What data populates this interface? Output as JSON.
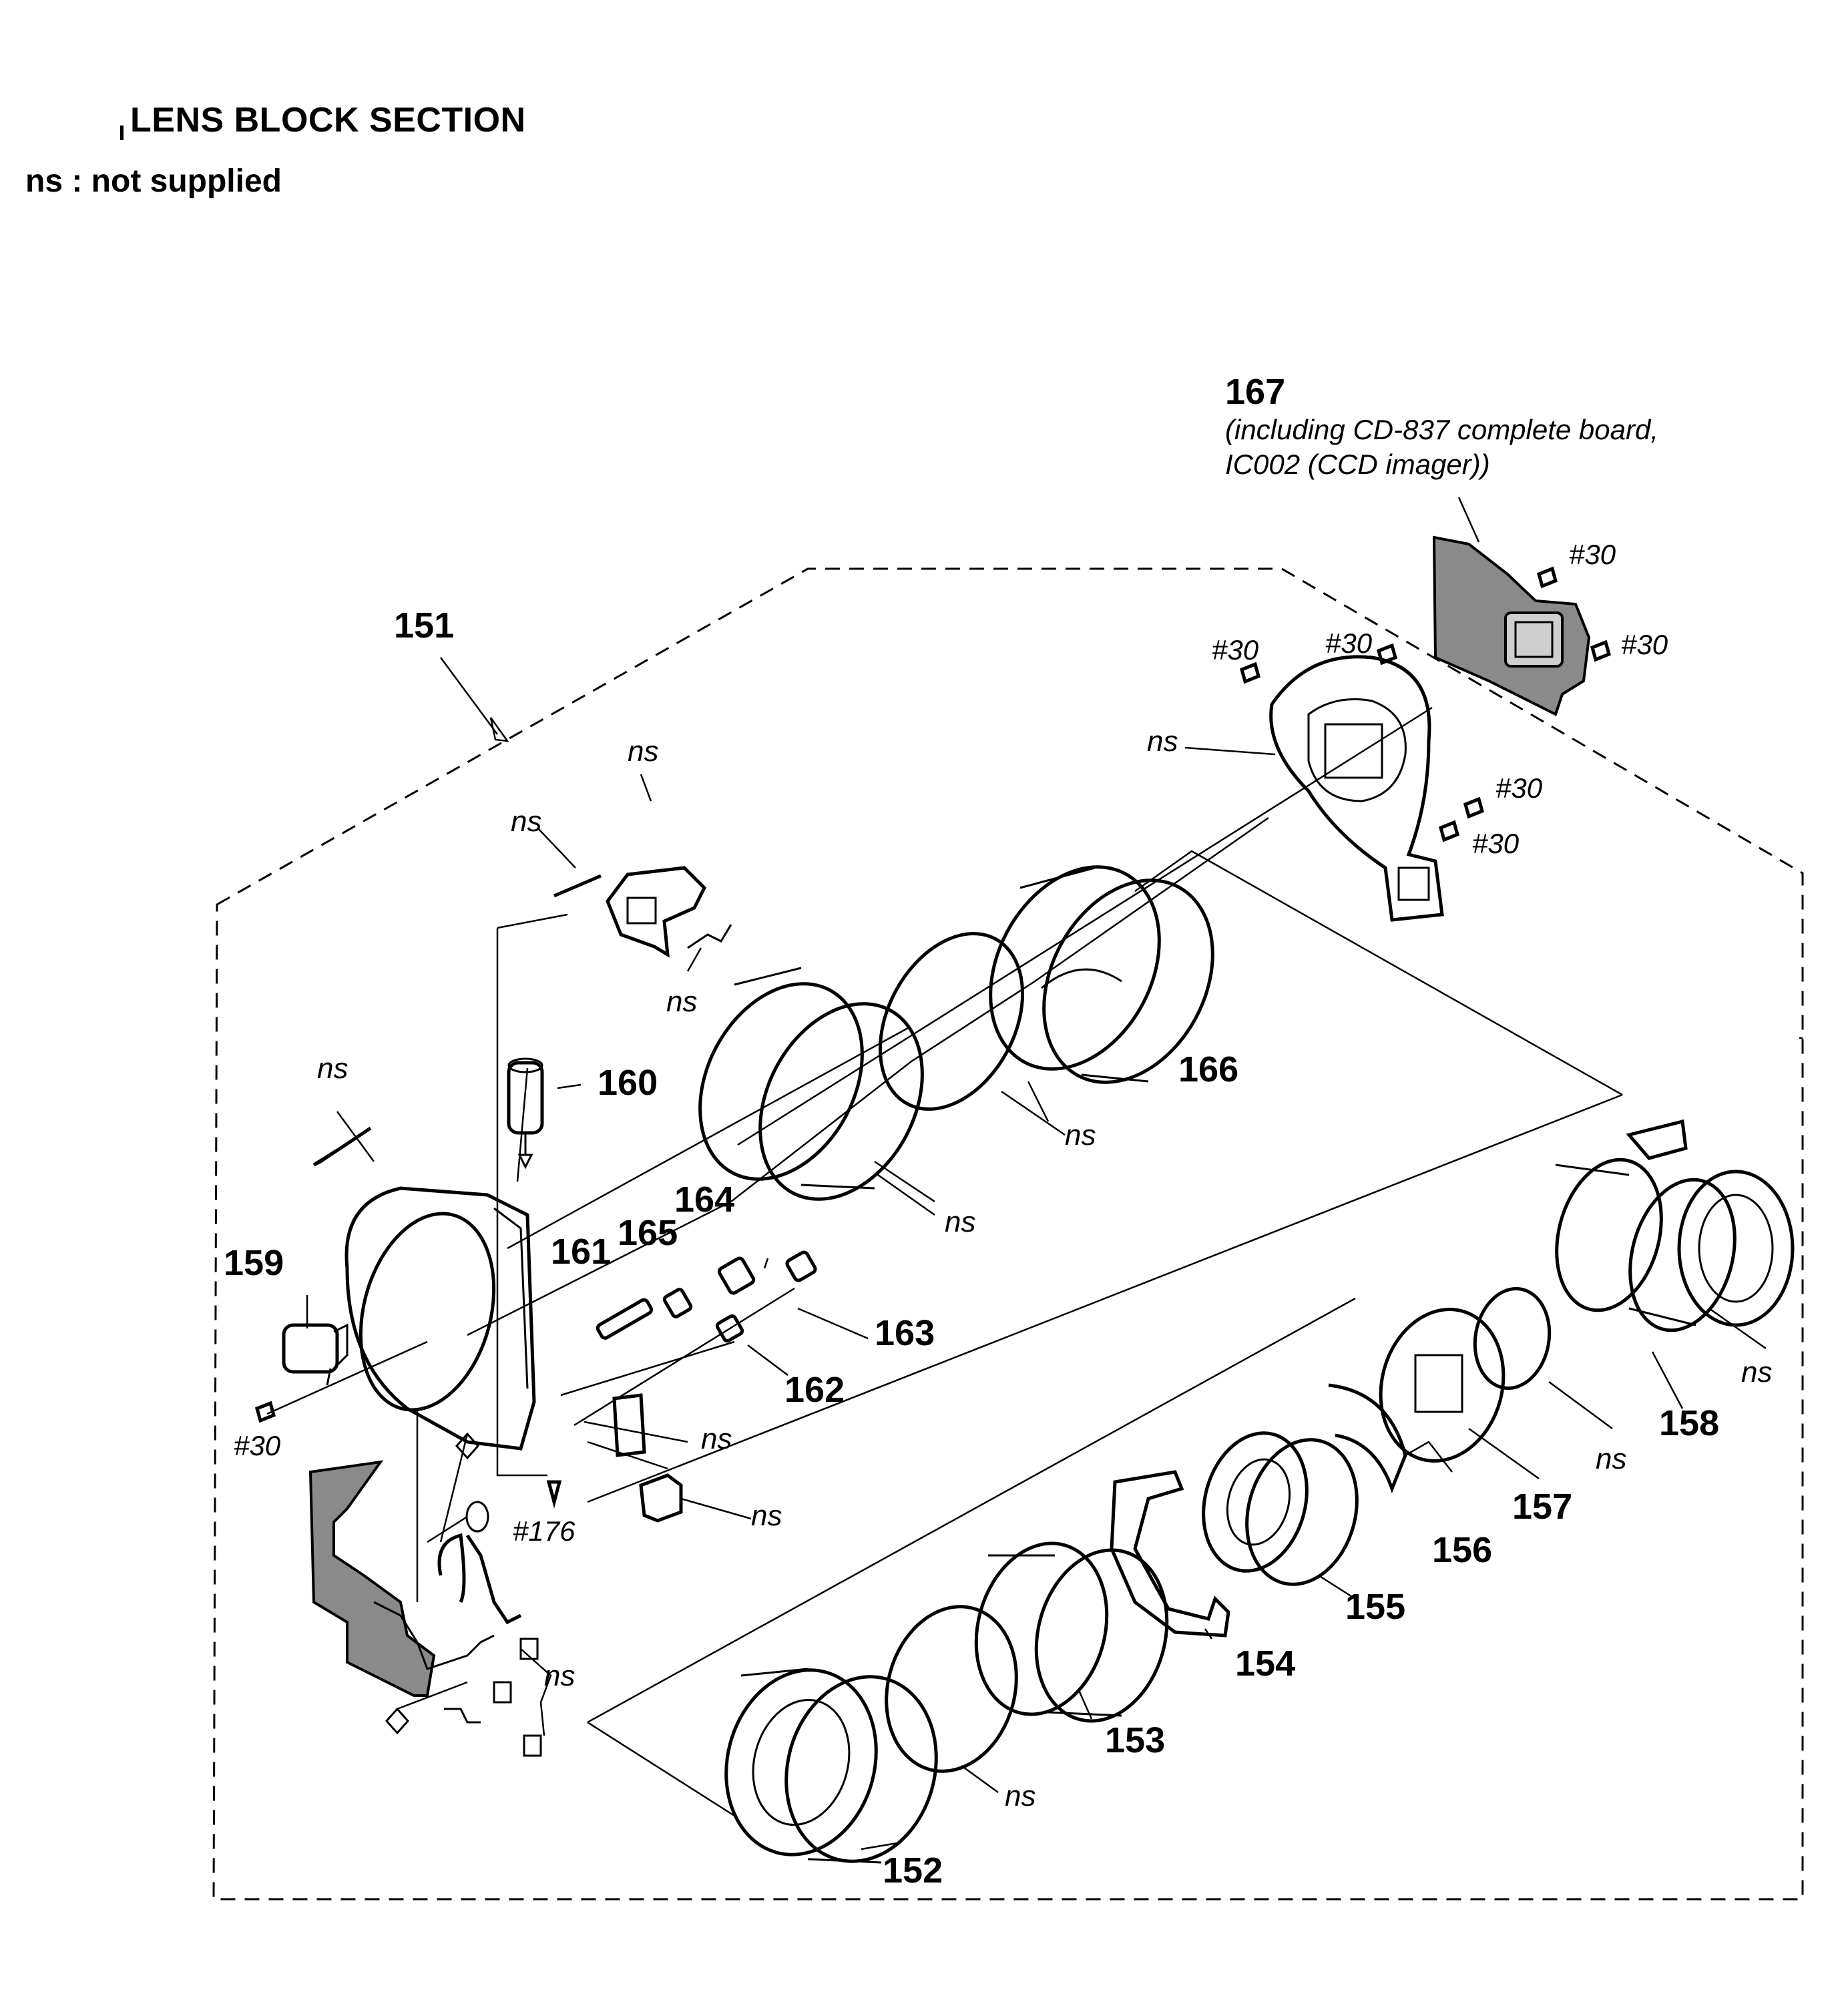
{
  "header": {
    "title": "LENS BLOCK SECTION",
    "legend": "ns : not supplied"
  },
  "callouts": {
    "c151": "151",
    "c152": "152",
    "c153": "153",
    "c154": "154",
    "c155": "155",
    "c156": "156",
    "c157": "157",
    "c158": "158",
    "c159": "159",
    "c160": "160",
    "c161": "161",
    "c162": "162",
    "c163": "163",
    "c164": "164",
    "c165": "165",
    "c166": "166",
    "c167": "167"
  },
  "part_167_note": {
    "line1": "(including CD-837 complete board,",
    "line2": "IC002 (CCD imager))"
  },
  "not_supplied_label": "ns",
  "screws": {
    "s30": "#30",
    "s176": "#176"
  }
}
